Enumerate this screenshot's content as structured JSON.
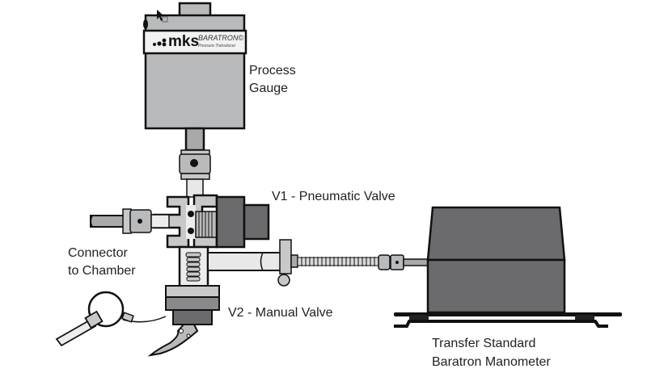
{
  "diagram": {
    "labels": {
      "process_gauge_line1": "Process",
      "process_gauge_line2": "Gauge",
      "v1": "V1 - Pneumatic Valve",
      "connector_line1": "Connector",
      "connector_line2": "to Chamber",
      "v2": "V2 - Manual Valve",
      "transfer_line1": "Transfer Standard",
      "transfer_line2": "Baratron Manometer"
    },
    "gauge_branding": {
      "logo": "mks",
      "product": "BARATRON©",
      "subtitle": "Pressure Transducer"
    },
    "colors": {
      "outline": "#111111",
      "light_gray": "#c8c8c8",
      "mid_gray": "#a9a9aa",
      "dark_gray": "#6b6b6e",
      "body_gray": "#b9babc"
    }
  }
}
